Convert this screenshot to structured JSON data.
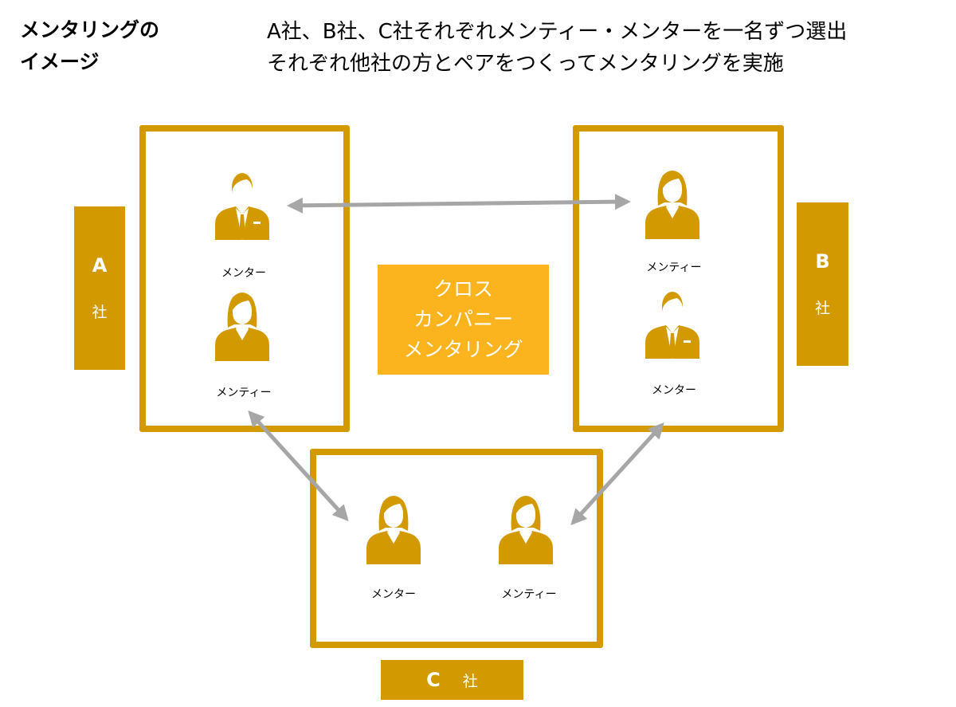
{
  "title": "メンタリングの\nイメージ",
  "description": [
    "A社、B社、C社それぞれメンティー・メンターを一名ずつ選出",
    "それぞれ他社の方とペアをつくってメンタリングを実施"
  ],
  "center_label": [
    "クロス",
    "カンパニー",
    "メンタリング"
  ],
  "companies": {
    "a": {
      "letter": "A",
      "suffix": "社",
      "mentor": "メンター",
      "mentee": "メンティー"
    },
    "b": {
      "letter": "B",
      "suffix": "社",
      "mentor": "メンター",
      "mentee": "メンティー"
    },
    "c": {
      "letter": "C",
      "suffix": "社",
      "mentor": "メンター",
      "mentee": "メンティー"
    }
  },
  "colors": {
    "frame": "#D39A00",
    "center": "#FBB41E",
    "arrow": "#A6A6A6"
  }
}
